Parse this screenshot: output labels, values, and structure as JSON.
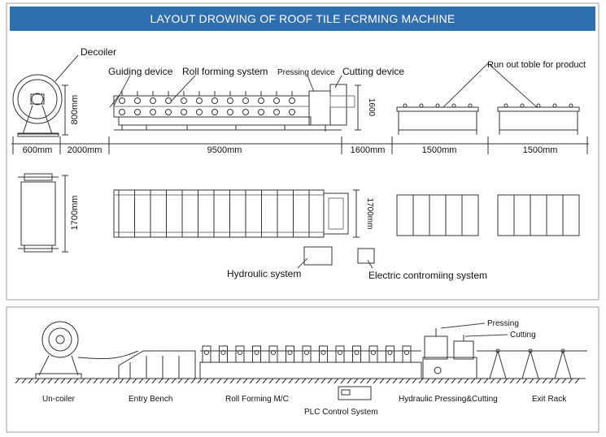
{
  "title": "LAYOUT DROWING OF ROOF TILE FCRMING MACHINE",
  "top_view": {
    "labels": {
      "decoiler": "Decoiler",
      "guiding_device": "Guiding device",
      "roll_forming_system": "Roll forming system",
      "pressing_device": "Pressing device",
      "cutting_device": "Cutting device",
      "run_out_table": "Run out toble for product"
    },
    "dimensions": {
      "decoiler_height": "800mm",
      "cutter_height": "1600",
      "seg_decoiler": "600mm",
      "seg_gap": "2000mm",
      "seg_machine": "9500mm",
      "seg_cutter": "1600mm",
      "seg_table1": "1500mm",
      "seg_table2": "1500mm"
    }
  },
  "plan_view": {
    "dimensions": {
      "decoiler_width": "1700mm",
      "machine_width": "1700mm"
    },
    "labels": {
      "hydraulic_system": "Hydroulic system",
      "electric_control": "Electric contromiing system"
    }
  },
  "process_line": {
    "labels": {
      "uncoiler": "Un-coiler",
      "entry_bench": "Entry Bench",
      "roll_forming": "Roll Forming M/C",
      "plc": "PLC Control System",
      "hyd_press_cut": "Hydraulic Pressing&Cutting",
      "exit_rack": "Exit Rack",
      "pressing": "Pressing",
      "cutting": "Cutting"
    }
  },
  "colors": {
    "banner": "#2f6fb0",
    "line": "#333333",
    "frame": "#888888"
  }
}
